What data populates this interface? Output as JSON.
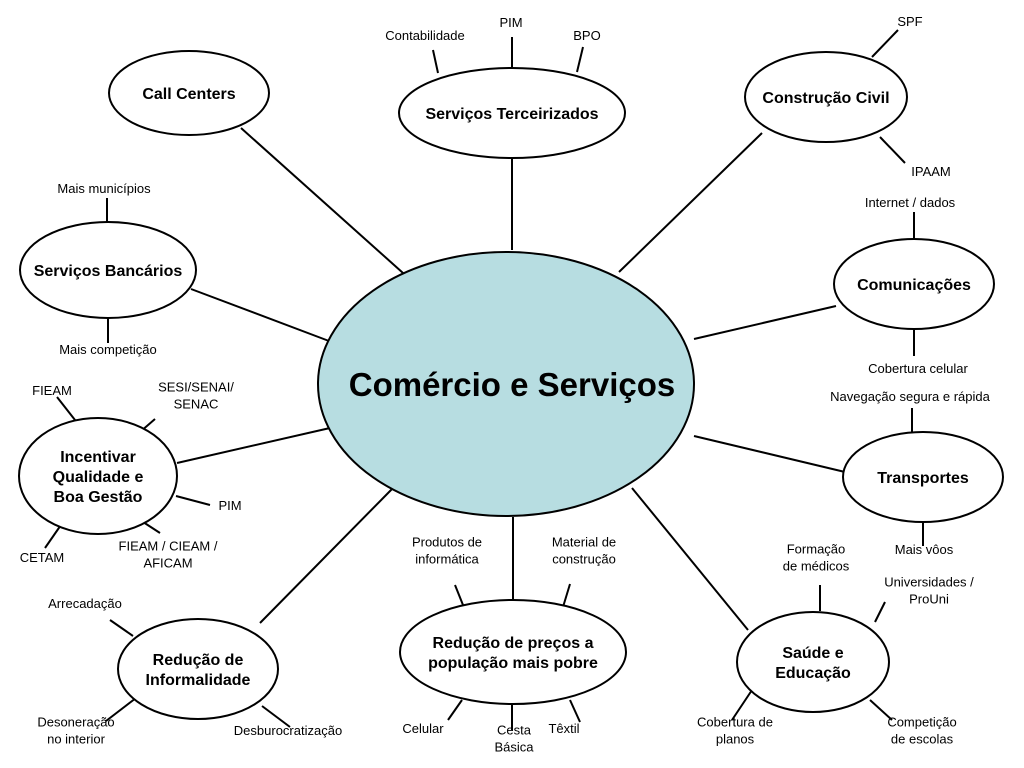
{
  "center": {
    "label": "Comércio e Serviços",
    "fill": "#b7dde1"
  },
  "nodes": [
    {
      "id": "call-centers",
      "lines": [
        "Call Centers"
      ],
      "leaves": []
    },
    {
      "id": "servicos-terceirizados",
      "lines": [
        "Serviços Terceirizados"
      ],
      "leaves": [
        {
          "lines": [
            "Contabilidade"
          ]
        },
        {
          "lines": [
            "PIM"
          ]
        },
        {
          "lines": [
            "BPO"
          ]
        }
      ]
    },
    {
      "id": "construcao-civil",
      "lines": [
        "Construção Civil"
      ],
      "leaves": [
        {
          "lines": [
            "SPF"
          ]
        },
        {
          "lines": [
            "IPAAM"
          ]
        }
      ]
    },
    {
      "id": "servicos-bancarios",
      "lines": [
        "Serviços Bancários"
      ],
      "leaves": [
        {
          "lines": [
            "Mais municípios"
          ]
        },
        {
          "lines": [
            "Mais competição"
          ]
        }
      ]
    },
    {
      "id": "comunicacoes",
      "lines": [
        "Comunicações"
      ],
      "leaves": [
        {
          "lines": [
            "Internet / dados"
          ]
        },
        {
          "lines": [
            "Cobertura celular"
          ]
        }
      ]
    },
    {
      "id": "incentivar-qualidade",
      "lines": [
        "Incentivar",
        "Qualidade e",
        "Boa Gestão"
      ],
      "leaves": [
        {
          "lines": [
            "FIEAM"
          ]
        },
        {
          "lines": [
            "SESI/SENAI/",
            "SENAC"
          ]
        },
        {
          "lines": [
            "PIM"
          ]
        },
        {
          "lines": [
            "FIEAM / CIEAM /",
            "AFICAM"
          ]
        },
        {
          "lines": [
            "CETAM"
          ]
        }
      ]
    },
    {
      "id": "transportes",
      "lines": [
        "Transportes"
      ],
      "leaves": [
        {
          "lines": [
            "Navegação segura e rápida"
          ]
        },
        {
          "lines": [
            "Mais vôos"
          ]
        }
      ]
    },
    {
      "id": "reducao-informalidade",
      "lines": [
        "Redução de",
        "Informalidade"
      ],
      "leaves": [
        {
          "lines": [
            "Arrecadação"
          ]
        },
        {
          "lines": [
            "Desoneração",
            "no interior"
          ]
        },
        {
          "lines": [
            "Desburocratização"
          ]
        }
      ]
    },
    {
      "id": "reducao-precos",
      "lines": [
        "Redução de preços a",
        "população mais pobre"
      ],
      "leaves": [
        {
          "lines": [
            "Produtos de",
            "informática"
          ]
        },
        {
          "lines": [
            "Material de",
            "construção"
          ]
        },
        {
          "lines": [
            "Celular"
          ]
        },
        {
          "lines": [
            "Cesta",
            "Básica"
          ]
        },
        {
          "lines": [
            "Têxtil"
          ]
        }
      ]
    },
    {
      "id": "saude-educacao",
      "lines": [
        "Saúde e",
        "Educação"
      ],
      "leaves": [
        {
          "lines": [
            "Formação",
            "de médicos"
          ]
        },
        {
          "lines": [
            "Universidades /",
            "ProUni"
          ]
        },
        {
          "lines": [
            "Cobertura de",
            "planos"
          ]
        },
        {
          "lines": [
            "Competição",
            "de escolas"
          ]
        }
      ]
    }
  ]
}
